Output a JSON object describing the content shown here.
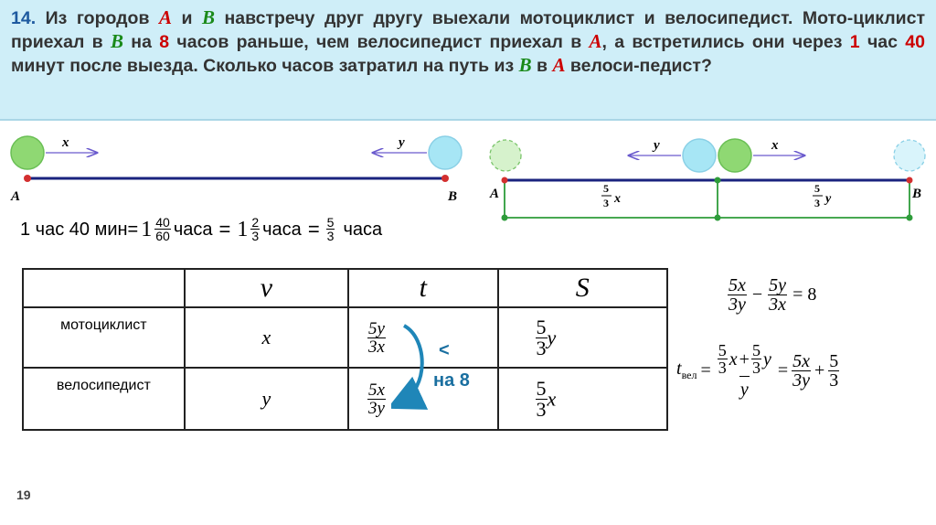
{
  "problem": {
    "number": "14.",
    "s1": " Из городов ",
    "city_a": "A",
    "s2": " и ",
    "city_b": "B",
    "s3": " навстречу друг другу выехали мотоциклист и велосипедист. Мото-циклист приехал в ",
    "s4": " на ",
    "hours8": "8",
    "s5": " часов раньше, чем велосипедист приехал в ",
    "s6": ", а встретились они через ",
    "h1": "1",
    "s7": " час ",
    "m40": "40",
    "s8": " минут после выезда. Сколько часов затратил на путь из ",
    "s9": " в ",
    "s10": " велоси-педист?"
  },
  "diagram1": {
    "a": "A",
    "b": "B",
    "x": "x",
    "y": "y"
  },
  "diagram2": {
    "a": "A",
    "b": "B",
    "x": "x",
    "y": "y",
    "seg_left": "x",
    "seg_right": "y",
    "five": "5",
    "three": "3"
  },
  "conversion": {
    "lhs": "1 час 40 мин=",
    "one": "1",
    "n40": "40",
    "d60": "60",
    "unit": "часа",
    "eq": "=",
    "n2": "2",
    "d3": "3",
    "n5": "5"
  },
  "table": {
    "headers": [
      "v",
      "t",
      "S"
    ],
    "rows": [
      {
        "label": "мотоциклист",
        "v": "x",
        "t_num": "5y",
        "t_den": "3x",
        "s_num": "5",
        "s_den": "3",
        "s_var": "y"
      },
      {
        "label": "велосипедист",
        "v": "y",
        "t_num": "5x",
        "t_den": "3y",
        "s_num": "5",
        "s_den": "3",
        "s_var": "x"
      }
    ],
    "note_sign": "<",
    "note_text": "на 8"
  },
  "equations": {
    "eq1": {
      "a_num": "5x",
      "a_den": "3y",
      "minus": "−",
      "b_num": "5y",
      "b_den": "3x",
      "rhs": "= 8"
    },
    "eq2": {
      "lhs": "t",
      "sub": "вел",
      "eq": "=",
      "plus": "+",
      "five": "5",
      "three": "3",
      "x": "x",
      "y": "y",
      "c_num": "5x",
      "c_den": "3y"
    }
  },
  "page_number": "19",
  "colors": {
    "banner": "#cfeef8",
    "city_a": "#cc0000",
    "city_b": "#1a8a1a",
    "moto": "#8fd873",
    "bike": "#a7e6f5"
  }
}
